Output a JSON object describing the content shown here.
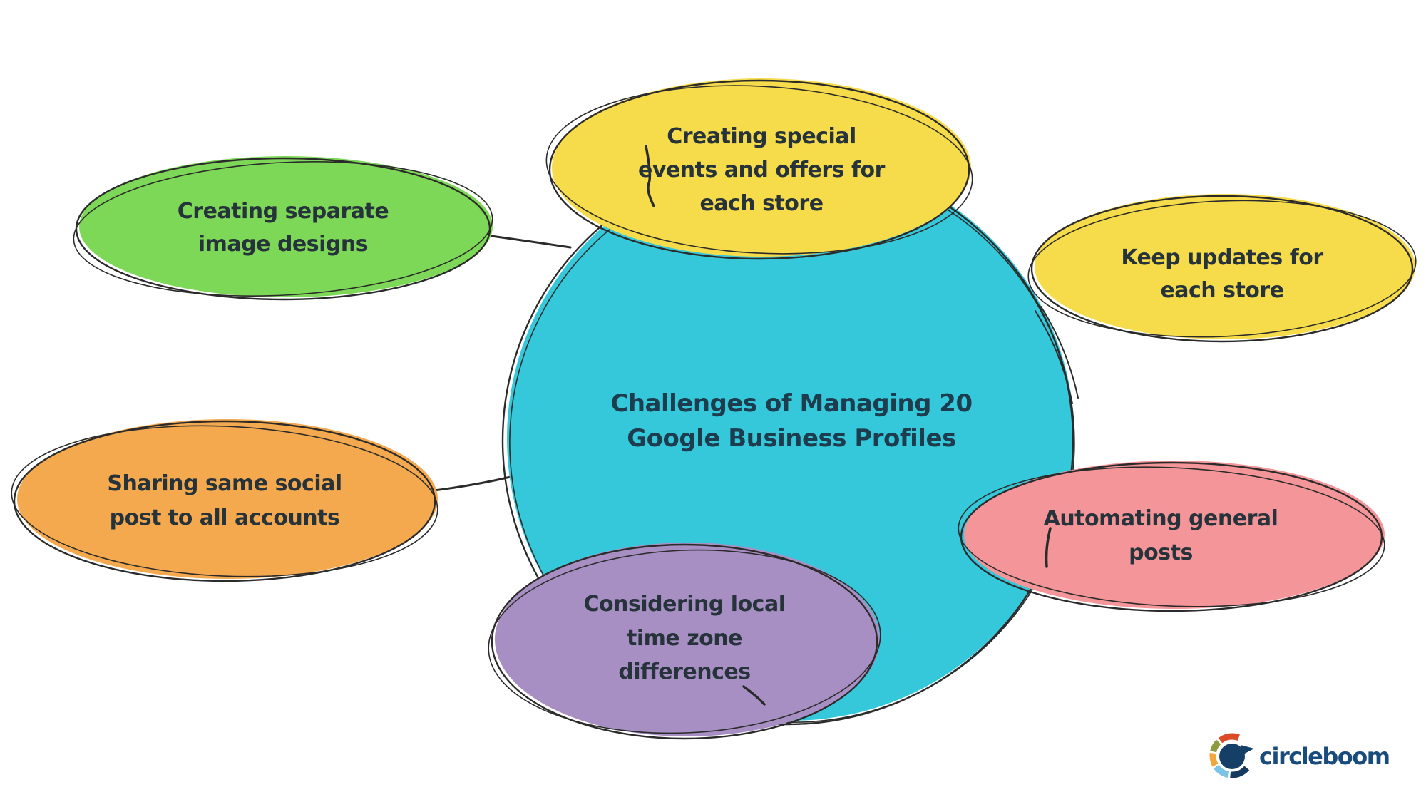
{
  "diagram": {
    "center": {
      "lines": [
        "Challenges of Managing 20",
        "Google Business Profiles"
      ],
      "fill": "#35c8da",
      "text_color": "#1d3c4e"
    },
    "node_text_color": "#27333b",
    "nodes": [
      {
        "id": "creating-separate-image-designs",
        "lines": [
          "Creating separate",
          "image designs"
        ],
        "fill": "#7ed858"
      },
      {
        "id": "creating-special-events-and-offers",
        "lines": [
          "Creating special",
          "events and offers for",
          "each store"
        ],
        "fill": "#f6dc4b"
      },
      {
        "id": "keep-updates-for-each-store",
        "lines": [
          "Keep updates for",
          "each store"
        ],
        "fill": "#f6dc4b"
      },
      {
        "id": "sharing-same-social-post-to-all-accounts",
        "lines": [
          "Sharing same social",
          "post to all accounts"
        ],
        "fill": "#f4a94f"
      },
      {
        "id": "considering-local-time-zone-differences",
        "lines": [
          "Considering local",
          "time zone",
          "differences"
        ],
        "fill": "#a78fc3"
      },
      {
        "id": "automating-general-posts",
        "lines": [
          "Automating general",
          "posts"
        ],
        "fill": "#f49599"
      }
    ],
    "ink_color": "#2b2b2b"
  },
  "logo": {
    "text": "circleboom",
    "text_color": "#1a4b7d",
    "bird_color": "#153f66",
    "segments": [
      "#16395f",
      "#7cc3e8",
      "#f2a73d",
      "#8d9c3a",
      "#dc4b28"
    ]
  }
}
